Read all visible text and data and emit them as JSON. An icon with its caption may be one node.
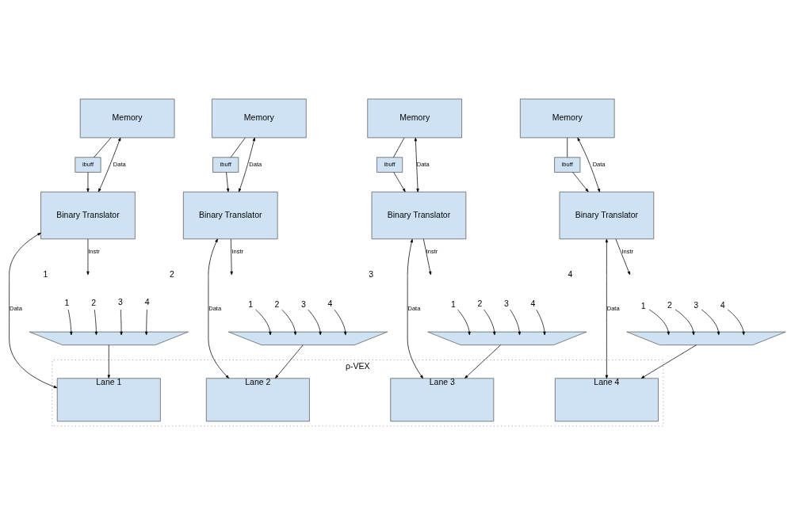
{
  "diagram": {
    "nodes": [
      {
        "text": [
          "Memory"
        ]
      },
      {
        "text": [
          "Memory"
        ]
      },
      {
        "text": [
          "Memory"
        ]
      },
      {
        "text": [
          "Memory"
        ]
      },
      {
        "text": [
          "ibuff"
        ]
      },
      {
        "text": [
          "ibuff"
        ]
      },
      {
        "text": [
          "ibuff"
        ]
      },
      {
        "text": [
          "ibuff"
        ]
      },
      {
        "text": [
          "Binary Translator"
        ]
      },
      {
        "text": [
          "Binary Translator"
        ]
      },
      {
        "text": [
          "Binary Translator"
        ]
      },
      {
        "text": [
          "Binary Translator"
        ]
      },
      {
        "text": [],
        "shape": "trapezium"
      },
      {
        "text": [],
        "shape": "trapezium"
      },
      {
        "text": [],
        "shape": "trapezium"
      },
      {
        "text": [],
        "shape": "trapezium"
      },
      {
        "text": [
          "ρ-VEX"
        ]
      },
      {
        "text": [
          "Lane 1"
        ],
        "in": 16
      },
      {
        "text": [
          "Lane 2"
        ],
        "in": 16
      },
      {
        "text": [
          "Lane 3"
        ],
        "in": 16
      },
      {
        "text": [
          "Lane 4"
        ],
        "in": 16
      }
    ],
    "edges": [
      {
        "from": 0,
        "to": 4,
        "arrow": "none"
      },
      {
        "from": 4,
        "to": 8,
        "arrow": "to"
      },
      {
        "from": 0,
        "to": 8,
        "arrow": "both",
        "label": "Data"
      },
      {
        "from": 8,
        "to": null,
        "arrow": "to",
        "label": "Instr"
      },
      {
        "from": null,
        "to": 12,
        "arrow": "to",
        "label": "1"
      },
      {
        "from": null,
        "to": 12,
        "arrow": "to",
        "label": "2"
      },
      {
        "from": null,
        "to": 12,
        "arrow": "to",
        "label": "3"
      },
      {
        "from": null,
        "to": 12,
        "arrow": "to",
        "label": "4"
      },
      {
        "from": 12,
        "to": 17,
        "arrow": "to"
      },
      {
        "from": 8,
        "to": 17,
        "arrow": "both",
        "label": "Data"
      },
      {
        "from": 1,
        "to": 5,
        "arrow": "none"
      },
      {
        "from": 5,
        "to": 9,
        "arrow": "to"
      },
      {
        "from": 1,
        "to": 9,
        "arrow": "both",
        "label": "Data"
      },
      {
        "from": 9,
        "to": null,
        "arrow": "to",
        "label": "Instr"
      },
      {
        "from": null,
        "to": 13,
        "arrow": "to",
        "label": "1"
      },
      {
        "from": null,
        "to": 13,
        "arrow": "to",
        "label": "2"
      },
      {
        "from": null,
        "to": 13,
        "arrow": "to",
        "label": "3"
      },
      {
        "from": null,
        "to": 13,
        "arrow": "to",
        "label": "4"
      },
      {
        "from": 13,
        "to": 18,
        "arrow": "to"
      },
      {
        "from": 9,
        "to": 18,
        "arrow": "both",
        "label": "Data"
      },
      {
        "from": 2,
        "to": 6,
        "arrow": "none"
      },
      {
        "from": 6,
        "to": 10,
        "arrow": "to"
      },
      {
        "from": 2,
        "to": 10,
        "arrow": "both",
        "label": "Data"
      },
      {
        "from": 10,
        "to": null,
        "arrow": "to",
        "label": "Instr"
      },
      {
        "from": null,
        "to": 14,
        "arrow": "to",
        "label": "1"
      },
      {
        "from": null,
        "to": 14,
        "arrow": "to",
        "label": "2"
      },
      {
        "from": null,
        "to": 14,
        "arrow": "to",
        "label": "3"
      },
      {
        "from": null,
        "to": 14,
        "arrow": "to",
        "label": "4"
      },
      {
        "from": 14,
        "to": 19,
        "arrow": "to"
      },
      {
        "from": 10,
        "to": 19,
        "arrow": "both",
        "label": "Data"
      },
      {
        "from": 3,
        "to": 7,
        "arrow": "none"
      },
      {
        "from": 7,
        "to": 11,
        "arrow": "to"
      },
      {
        "from": 3,
        "to": 11,
        "arrow": "both",
        "label": "Data"
      },
      {
        "from": 11,
        "to": null,
        "arrow": "to",
        "label": "Instr"
      },
      {
        "from": null,
        "to": 15,
        "arrow": "to",
        "label": "1"
      },
      {
        "from": null,
        "to": 15,
        "arrow": "to",
        "label": "2"
      },
      {
        "from": null,
        "to": 15,
        "arrow": "to",
        "label": "3"
      },
      {
        "from": null,
        "to": 15,
        "arrow": "to",
        "label": "4"
      },
      {
        "from": 15,
        "to": 20,
        "arrow": "to"
      },
      {
        "from": 11,
        "to": 20,
        "arrow": "both",
        "label": "Data"
      }
    ],
    "labels": [
      "1",
      "2",
      "3",
      "4"
    ]
  }
}
